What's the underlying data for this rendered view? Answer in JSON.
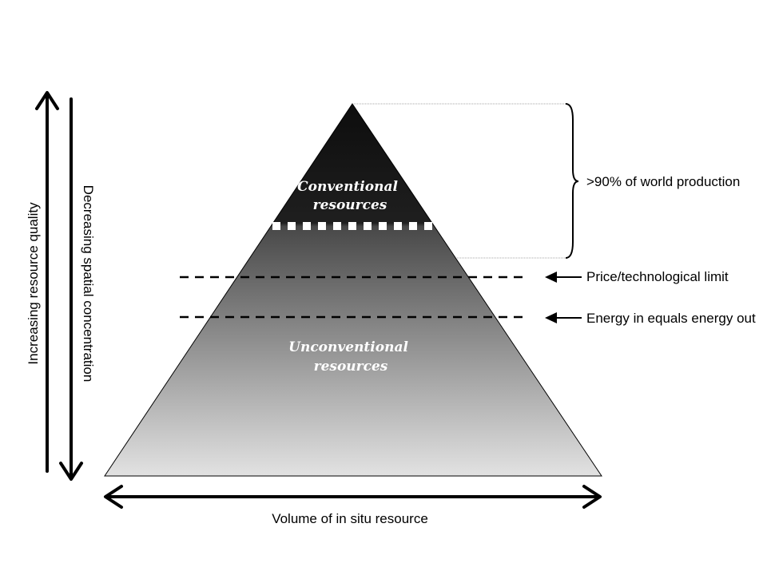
{
  "labels": {
    "conventional": [
      "Conventional",
      "resources"
    ],
    "unconventional": [
      "Unconventional",
      "resources"
    ],
    "world_production": ">90% of world production",
    "price_limit": "Price/technological  limit",
    "energy_limit": "Energy  in equals energy  out",
    "x_axis": "Volume of in situ resource",
    "left_axis_quality": "Increasing resource quality",
    "left_axis_concentration": "Decreasing spatial  concentration"
  },
  "colors": {
    "pyramid_top": "#0d0d0d",
    "pyramid_mid": "#484848",
    "pyramid_bottom": "#e2e2e2",
    "outline": "#000000",
    "inner_text": "#ffffff"
  }
}
